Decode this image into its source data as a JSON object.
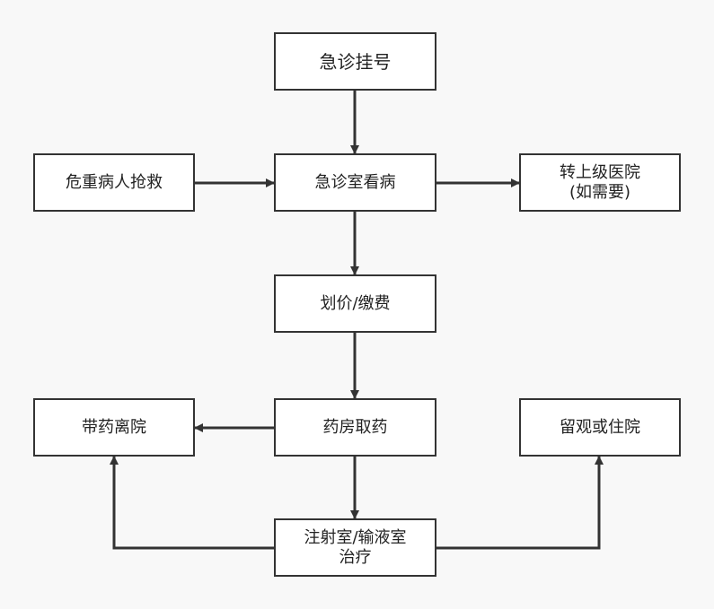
{
  "diagram": {
    "nodes": {
      "registration": "急诊挂号",
      "critical_rescue": "危重病人抢救",
      "emergency_consult": "急诊室看病",
      "transfer": "转上级医院\n(如需要)",
      "pricing_payment": "划价/缴费",
      "take_medicine": "药房取药",
      "leave_with_medicine": "带药离院",
      "injection_infusion": "注射室/输液室\n治疗",
      "observe_or_admit": "留观或住院"
    },
    "edges": [
      {
        "from": "registration",
        "to": "emergency_consult"
      },
      {
        "from": "critical_rescue",
        "to": "emergency_consult"
      },
      {
        "from": "emergency_consult",
        "to": "transfer"
      },
      {
        "from": "emergency_consult",
        "to": "pricing_payment"
      },
      {
        "from": "pricing_payment",
        "to": "take_medicine"
      },
      {
        "from": "take_medicine",
        "to": "leave_with_medicine"
      },
      {
        "from": "take_medicine",
        "to": "injection_infusion"
      },
      {
        "from": "injection_infusion",
        "to": "leave_with_medicine"
      },
      {
        "from": "injection_infusion",
        "to": "observe_or_admit"
      }
    ],
    "colors": {
      "line": "#333333",
      "box_fill": "#ffffff",
      "background": "#f8f8f8"
    }
  }
}
